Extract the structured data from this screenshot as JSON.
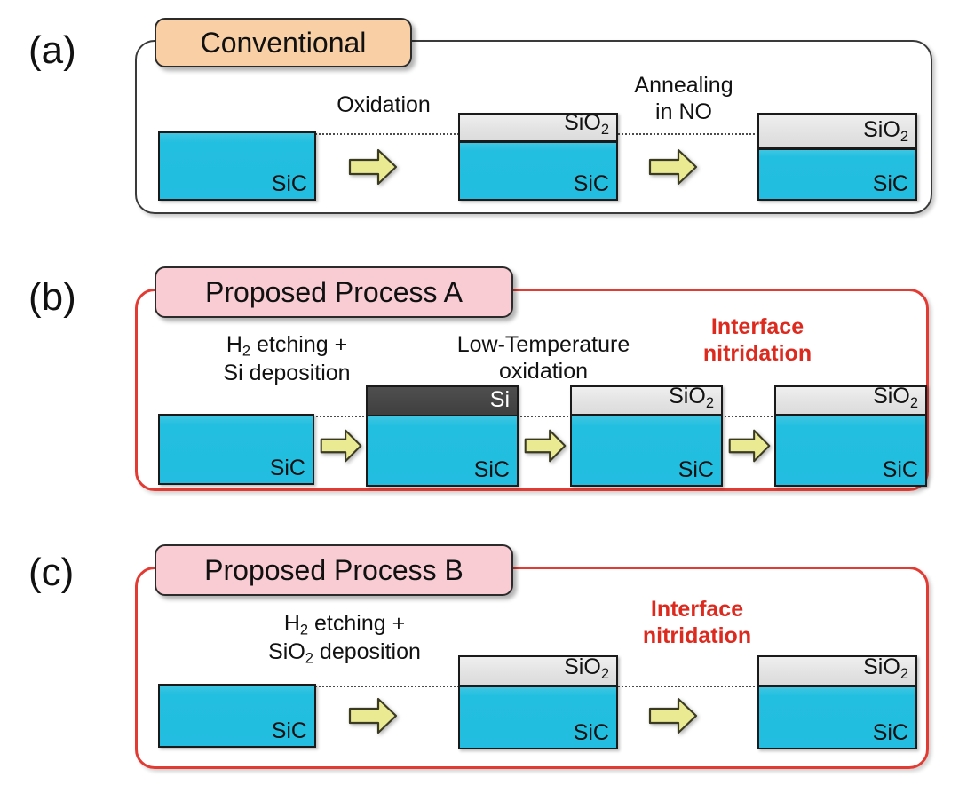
{
  "figure": {
    "panel_labels": [
      "(a)",
      "(b)",
      "(c)"
    ]
  },
  "panels": [
    {
      "id": "a",
      "label": "(a)",
      "title": "Conventional",
      "title_color": "#f9cfa5",
      "frame_color": "#3a3a3a",
      "captions": [
        {
          "name": "oxidation",
          "lines": [
            "Oxidation"
          ],
          "highlight": false
        },
        {
          "name": "annealing-in-no",
          "lines": [
            "Annealing",
            "in NO"
          ],
          "highlight": false
        }
      ],
      "stages": [
        {
          "name": "bare-sic",
          "layers": [
            {
              "material": "SiC",
              "color": "#22bde0"
            }
          ]
        },
        {
          "name": "sic-with-oxide",
          "layers": [
            {
              "material": "SiO2",
              "color": "#e2e2e2"
            },
            {
              "material": "SiC",
              "color": "#22bde0"
            }
          ]
        },
        {
          "name": "sic-with-annealed-oxide",
          "layers": [
            {
              "material": "SiO2",
              "color": "#e2e2e2"
            },
            {
              "material": "SiC",
              "color": "#22bde0"
            }
          ]
        }
      ]
    },
    {
      "id": "b",
      "label": "(b)",
      "title": "Proposed Process A",
      "title_color": "#f8ccd2",
      "frame_color": "#e23b33",
      "captions": [
        {
          "name": "h2-etching-si-deposition",
          "lines": [
            "H2 etching +",
            "Si deposition"
          ],
          "highlight": false
        },
        {
          "name": "low-temperature-oxidation",
          "lines": [
            "Low-Temperature",
            "oxidation"
          ],
          "highlight": false
        },
        {
          "name": "interface-nitridation",
          "lines": [
            "Interface",
            "nitridation"
          ],
          "highlight": true
        }
      ],
      "stages": [
        {
          "name": "bare-sic",
          "layers": [
            {
              "material": "SiC",
              "color": "#22bde0"
            }
          ]
        },
        {
          "name": "sic-with-si",
          "layers": [
            {
              "material": "Si",
              "color": "#434343"
            },
            {
              "material": "SiC",
              "color": "#22bde0"
            }
          ]
        },
        {
          "name": "sic-with-oxide",
          "layers": [
            {
              "material": "SiO2",
              "color": "#e2e2e2"
            },
            {
              "material": "SiC",
              "color": "#22bde0"
            }
          ]
        },
        {
          "name": "sic-with-nitrided-oxide",
          "layers": [
            {
              "material": "SiO2",
              "color": "#e2e2e2"
            },
            {
              "material": "SiC",
              "color": "#22bde0"
            }
          ]
        }
      ]
    },
    {
      "id": "c",
      "label": "(c)",
      "title": "Proposed Process B",
      "title_color": "#f8ccd2",
      "frame_color": "#e23b33",
      "captions": [
        {
          "name": "h2-etching-sio2-deposition",
          "lines": [
            "H2 etching +",
            "SiO2 deposition"
          ],
          "highlight": false
        },
        {
          "name": "interface-nitridation",
          "lines": [
            "Interface",
            "nitridation"
          ],
          "highlight": true
        }
      ],
      "stages": [
        {
          "name": "bare-sic",
          "layers": [
            {
              "material": "SiC",
              "color": "#22bde0"
            }
          ]
        },
        {
          "name": "sic-with-deposited-oxide",
          "layers": [
            {
              "material": "SiO2",
              "color": "#e2e2e2"
            },
            {
              "material": "SiC",
              "color": "#22bde0"
            }
          ]
        },
        {
          "name": "sic-with-nitrided-oxide",
          "layers": [
            {
              "material": "SiO2",
              "color": "#e2e2e2"
            },
            {
              "material": "SiC",
              "color": "#22bde0"
            }
          ]
        }
      ]
    }
  ],
  "materials": {
    "sic": "SiC",
    "si": "Si",
    "sio2_main": "SiO",
    "sio2_sub": "2"
  },
  "arrow_icon": "right-block-arrow",
  "colors": {
    "sic": "#22bde0",
    "sio2": "#e2e2e2",
    "si": "#434343",
    "arrow": "#eaea92",
    "accent_red": "#dc2a1f",
    "peach": "#f9cfa5",
    "pink": "#f8ccd2"
  }
}
